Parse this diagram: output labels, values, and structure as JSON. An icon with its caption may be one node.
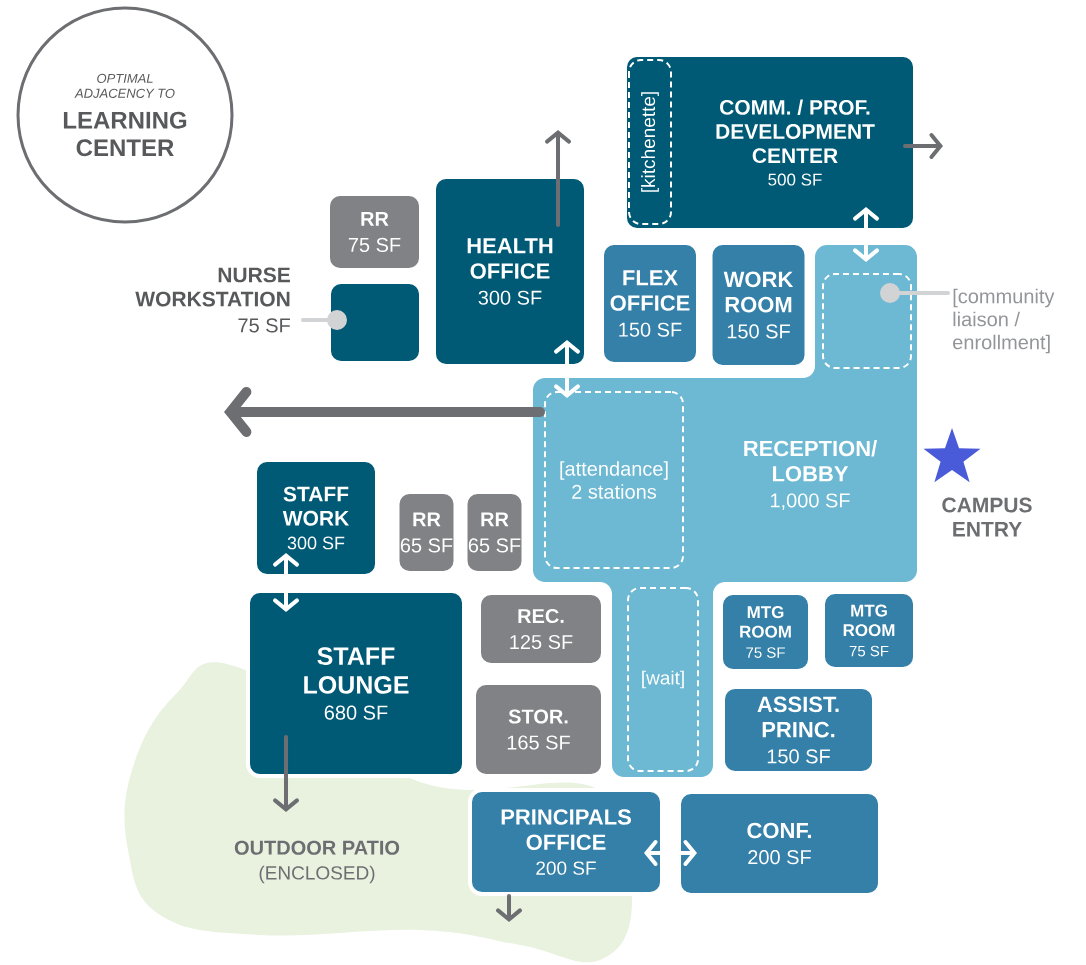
{
  "diagram": {
    "nodes": [
      {
        "text": [
          "OPTIMAL ADJACENCY TO",
          "LEARNING CENTER"
        ]
      },
      {
        "text": [
          "COMM. / PROF. DEVELOPMENT CENTER",
          "500 SF"
        ]
      },
      {
        "text": [
          "[kitchenette]"
        ],
        "in": 1
      },
      {
        "text": [
          "RR",
          "75 SF"
        ]
      },
      {
        "text": [
          "HEALTH OFFICE",
          "300 SF"
        ]
      },
      {
        "text": [
          "NURSE WORKSTATION",
          "75 SF"
        ]
      },
      {
        "text": [],
        "shape": "box"
      },
      {
        "text": [
          "FLEX OFFICE",
          "150 SF"
        ]
      },
      {
        "text": [
          "WORK ROOM",
          "150 SF"
        ]
      },
      {
        "text": [
          "RECEPTION/ LOBBY",
          "1,000 SF"
        ]
      },
      {
        "text": [],
        "shape": "box",
        "in": 9
      },
      {
        "text": [
          "[community liaison / enrollment]"
        ]
      },
      {
        "text": [
          "[attendance] 2 stations"
        ],
        "in": 9
      },
      {
        "text": [
          "[wait]"
        ],
        "in": 9
      },
      {
        "text": [
          "STAFF WORK",
          "300 SF"
        ]
      },
      {
        "text": [
          "RR",
          "65 SF"
        ]
      },
      {
        "text": [
          "RR",
          "65 SF"
        ]
      },
      {
        "text": [
          "STAFF LOUNGE",
          "680 SF"
        ]
      },
      {
        "text": [
          "REC.",
          "125 SF"
        ]
      },
      {
        "text": [
          "STOR.",
          "165 SF"
        ]
      },
      {
        "text": [
          "MTG ROOM",
          "75 SF"
        ]
      },
      {
        "text": [
          "MTG ROOM",
          "75 SF"
        ]
      },
      {
        "text": [
          "ASSIST. PRINC.",
          "150 SF"
        ]
      },
      {
        "text": [
          "PRINCIPALS OFFICE",
          "200 SF"
        ]
      },
      {
        "text": [
          "CONF.",
          "200 SF"
        ]
      },
      {
        "text": [
          "OUTDOOR PATIO",
          "(ENCLOSED)"
        ]
      },
      {
        "text": [
          "CAMPUS ENTRY"
        ]
      }
    ],
    "edges": [
      {
        "from": 4,
        "to": null,
        "arrow": "to"
      },
      {
        "from": 1,
        "to": null,
        "arrow": "to"
      },
      {
        "from": 1,
        "to": 10,
        "arrow": "both",
        "color": "#ffffff"
      },
      {
        "from": 4,
        "to": 12,
        "arrow": "both",
        "color": "#ffffff"
      },
      {
        "from": 9,
        "to": null,
        "arrow": "to",
        "style": "thick"
      },
      {
        "from": 5,
        "to": 6,
        "arrow": "other",
        "color": "#d1d3d4"
      },
      {
        "from": 11,
        "to": 10,
        "arrow": "other",
        "color": "#d1d3d4"
      },
      {
        "from": 14,
        "to": 17,
        "arrow": "both",
        "color": "#ffffff"
      },
      {
        "from": 17,
        "to": 25,
        "arrow": "to"
      },
      {
        "from": 23,
        "to": 24,
        "arrow": "both",
        "color": "#ffffff"
      },
      {
        "from": 23,
        "to": 25,
        "arrow": "to"
      }
    ]
  }
}
